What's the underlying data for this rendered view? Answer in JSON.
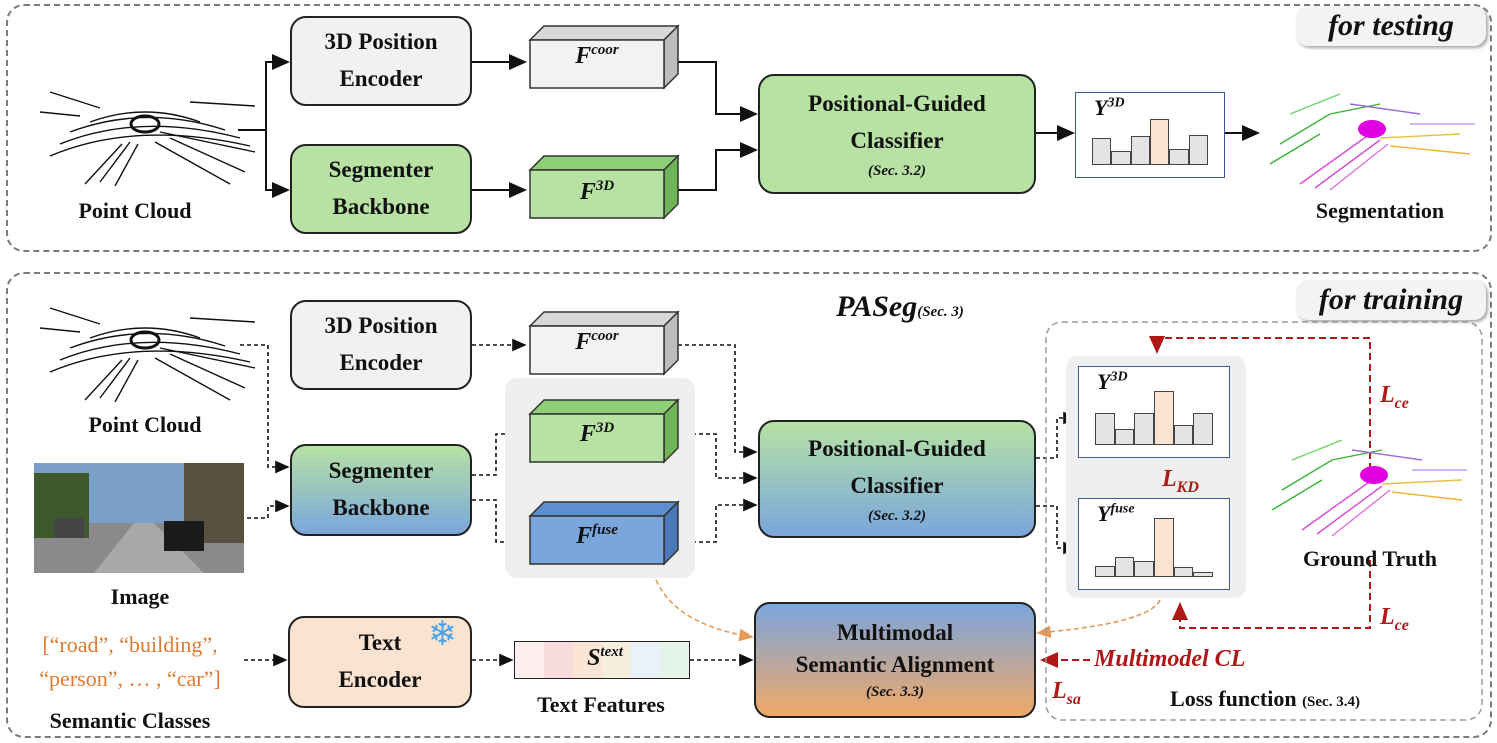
{
  "top": {
    "tag": "for testing",
    "point_cloud_label": "Point Cloud",
    "pos_encoder": {
      "line1": "3D Position",
      "line2": "Encoder"
    },
    "backbone": {
      "line1": "Segmenter",
      "line2": "Backbone"
    },
    "feat_coor": {
      "base": "F",
      "sup": "coor"
    },
    "feat_3d": {
      "base": "F",
      "sup": "3D"
    },
    "classifier": {
      "line1": "Positional-Guided",
      "line2": "Classifier",
      "ref": "(Sec. 3.2)"
    },
    "y3d": {
      "base": "Y",
      "sup": "3D",
      "bars": [
        0.45,
        0.23,
        0.48,
        0.77,
        0.27,
        0.5
      ],
      "highlight": 3
    },
    "seg_label": "Segmentation"
  },
  "bottom": {
    "tag": "for training",
    "title": "PASeg",
    "title_ref": "(Sec. 3)",
    "point_cloud_label": "Point Cloud",
    "image_label": "Image",
    "pos_encoder": {
      "line1": "3D Position",
      "line2": "Encoder"
    },
    "backbone": {
      "line1": "Segmenter",
      "line2": "Backbone"
    },
    "feat_coor": {
      "base": "F",
      "sup": "coor"
    },
    "feat_3d": {
      "base": "F",
      "sup": "3D"
    },
    "feat_fuse": {
      "base": "F",
      "sup": "fuse"
    },
    "classifier": {
      "line1": "Positional-Guided",
      "line2": "Classifier",
      "ref": "(Sec. 3.2)"
    },
    "text_encoder": {
      "line1": "Text",
      "line2": "Encoder"
    },
    "text_feat": {
      "base": "S",
      "sup": "text"
    },
    "text_features_label": "Text Features",
    "classes_line1": "[“road”, “building”,",
    "classes_line2": "“person”, … , “car”]",
    "semantic_classes_label": "Semantic Classes",
    "alignment": {
      "line1": "Multimodal",
      "line2": "Semantic Alignment",
      "ref": "(Sec. 3.3)"
    },
    "y3d": {
      "base": "Y",
      "sup": "3D",
      "bars": [
        0.48,
        0.25,
        0.48,
        0.82,
        0.3,
        0.48
      ],
      "highlight": 3
    },
    "yfuse": {
      "base": "Y",
      "sup": "fuse",
      "bars": [
        0.16,
        0.3,
        0.25,
        0.9,
        0.15,
        0.08
      ],
      "highlight": 3
    },
    "l_ce_top": {
      "base": "L",
      "sub": "ce"
    },
    "l_ce_bottom": {
      "base": "L",
      "sub": "ce"
    },
    "l_kd": {
      "base": "L",
      "sub": "KD"
    },
    "l_sa": {
      "base": "L",
      "sub": "sa"
    },
    "multimodel_cl": "Multimodel CL",
    "ground_truth_label": "Ground Truth",
    "loss_function_label": "Loss function",
    "loss_function_ref": "(Sec. 3.4)"
  },
  "colors": {
    "green": "#b7e2a4",
    "gray": "#f1f1f1",
    "peach": "#fbe3d2",
    "blue": "#7aa6dc",
    "orange": "#f0a868",
    "red": "#b01818",
    "classes_orange": "#e07b32"
  }
}
